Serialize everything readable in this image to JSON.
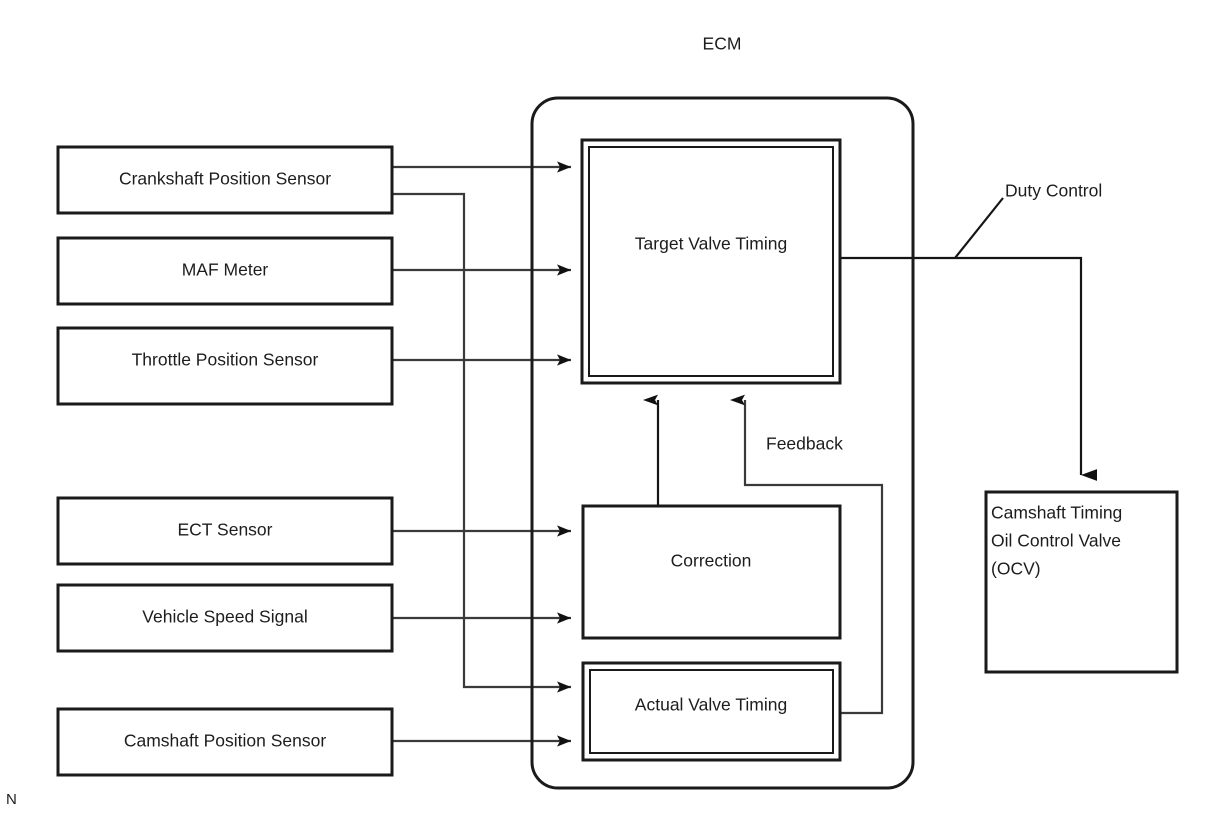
{
  "diagram": {
    "title_label": "ECM",
    "corner_marker": "N",
    "accent_color": "#1a1a1a",
    "wire_color": "#3a3a3a",
    "background": "#ffffff",
    "inputs": [
      {
        "id": "crankshaft-position-sensor",
        "label": "Crankshaft Position Sensor"
      },
      {
        "id": "maf-meter",
        "label": "MAF Meter"
      },
      {
        "id": "throttle-position-sensor",
        "label": "Throttle Position Sensor"
      },
      {
        "id": "ect-sensor",
        "label": "ECT Sensor"
      },
      {
        "id": "vehicle-speed-signal",
        "label": "Vehicle Speed Signal"
      },
      {
        "id": "camshaft-position-sensor",
        "label": "Camshaft Position Sensor"
      }
    ],
    "ecm_blocks": [
      {
        "id": "target-valve-timing",
        "label": "Target Valve Timing",
        "border": "double"
      },
      {
        "id": "correction",
        "label": "Correction",
        "border": "single"
      },
      {
        "id": "actual-valve-timing",
        "label": "Actual Valve Timing",
        "border": "double"
      }
    ],
    "output_block": {
      "id": "camshaft-timing-oil-control-valve",
      "line1": "Camshaft Timing",
      "line2": "Oil Control Valve",
      "line3": "(OCV)"
    },
    "signal_labels": [
      {
        "id": "duty-control",
        "label": "Duty Control"
      },
      {
        "id": "feedback",
        "label": "Feedback"
      }
    ]
  }
}
